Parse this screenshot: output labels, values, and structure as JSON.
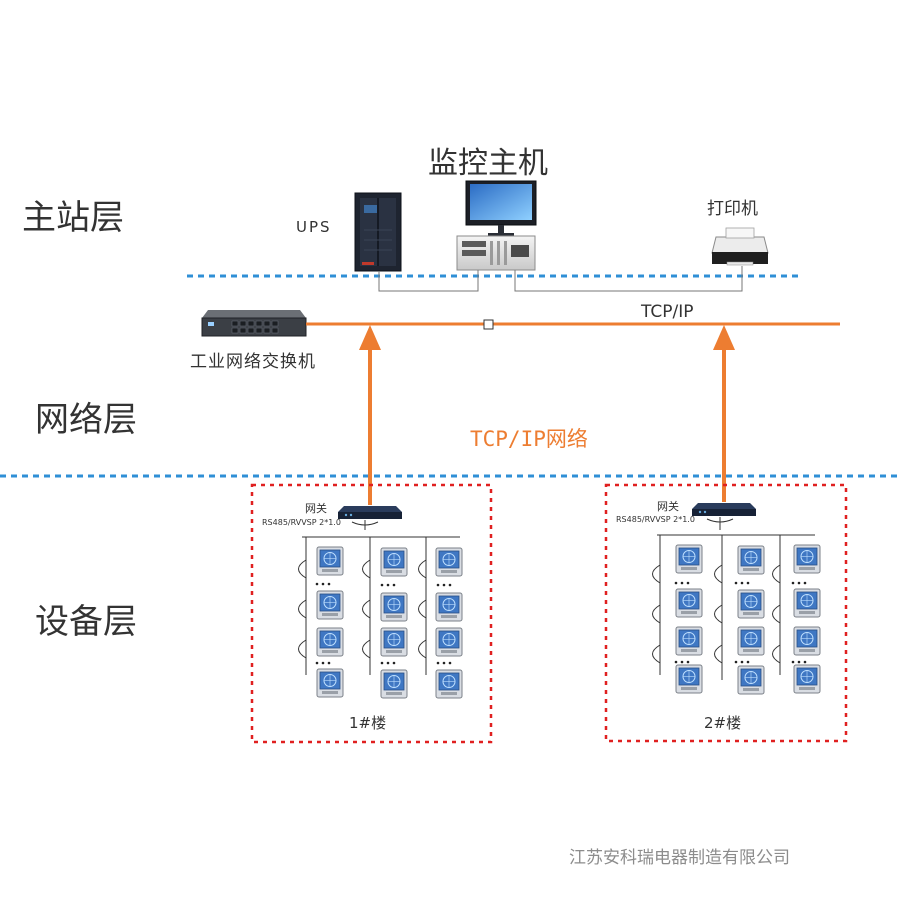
{
  "layers": {
    "station": "主站层",
    "network": "网络层",
    "device": "设备层"
  },
  "host": {
    "title": "监控主机",
    "ups_label": "UPS",
    "printer_label": "打印机"
  },
  "network": {
    "switch_label": "工业网络交换机",
    "tcpip_label": "TCP/IP",
    "tcpip_network_label": "TCP/IP网络"
  },
  "buildings": [
    {
      "gateway_label": "网关",
      "bus_label": "RS485/RVVSP 2*1.0",
      "name": "1#楼"
    },
    {
      "gateway_label": "网关",
      "bus_label": "RS485/RVVSP 2*1.0",
      "name": "2#楼"
    }
  ],
  "company": "江苏安科瑞电器制造有限公司",
  "colors": {
    "orange": "#ed7d31",
    "blue_dashed": "#2f8fd6",
    "red_dashed": "#e02020",
    "meter_screen": "#4a7fc1"
  }
}
